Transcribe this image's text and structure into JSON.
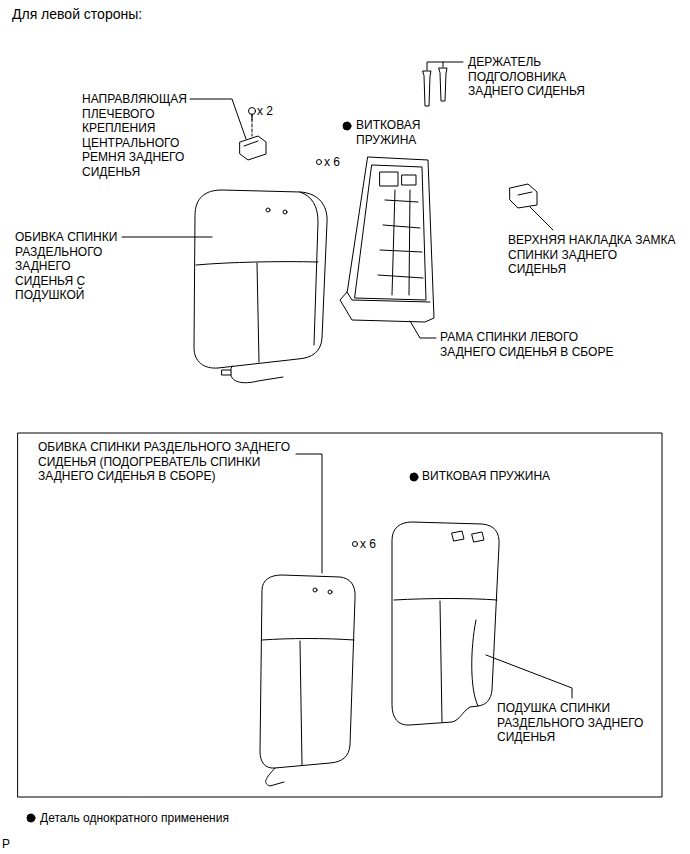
{
  "diagram": {
    "title": "Для левой стороны:",
    "labels": [
      "НАПРАВЛЯЮЩАЯ ПЛЕЧЕВОГО КРЕПЛЕНИЯ ЦЕНТРАЛЬНОГО РЕМНЯ ЗАДНЕГО СИДЕНЬЯ",
      "x 2",
      "ВИТКОВАЯ ПРУЖИНА",
      "x 6",
      "ДЕРЖАТЕЛЬ ПОДГОЛОВНИКА ЗАДНЕГО СИДЕНЬЯ",
      "ОБИВКА СПИНКИ РАЗДЕЛЬНОГО ЗАДНЕГО СИДЕНЬЯ С ПОДУШКОЙ",
      "ВЕРХНЯЯ НАКЛАДКА ЗАМКА СПИНКИ ЗАДНЕГО СИДЕНЬЯ",
      "РАМА СПИНКИ ЛЕВОГО ЗАДНЕГО СИДЕНЬЯ В СБОРЕ",
      "ОБИВКА СПИНКИ РАЗДЕЛЬНОГО ЗАДНЕГО СИДЕНЬЯ (ПОДОГРЕВАТЕЛЬ СПИНКИ ЗАДНЕГО СИДЕНЬЯ В СБОРЕ)",
      "ВИТКОВАЯ ПРУЖИНА",
      "x 6",
      "ПОДУШКА СПИНКИ РАЗДЕЛЬНОГО ЗАДНЕГО СИДЕНЬЯ",
      "P"
    ],
    "legend": [
      {
        "text": "Деталь однократного применения"
      }
    ]
  }
}
